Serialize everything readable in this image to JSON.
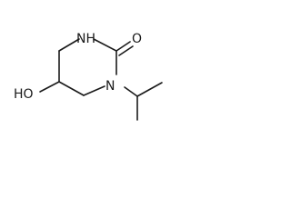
{
  "molecule": {
    "atoms": {
      "nh": "NH",
      "o": "O",
      "n": "N",
      "ho": "HO"
    }
  }
}
